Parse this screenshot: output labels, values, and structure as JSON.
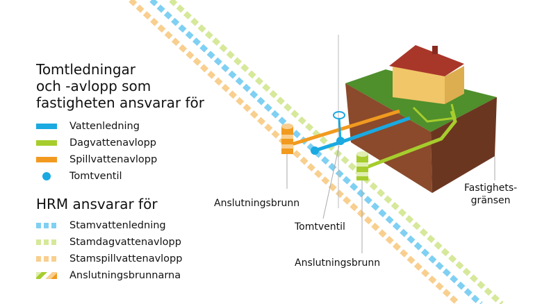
{
  "legend_owner": {
    "title": "Tomtledningar och -avlopp som fastigheten ansvarar för",
    "title_lines": [
      "Tomtledningar",
      "och -avlopp som",
      "fastigheten ansvarar för"
    ],
    "items": [
      {
        "label": "Vattenledning",
        "color": "#1aa9e1"
      },
      {
        "label": "Dagvattenavlopp",
        "color": "#a6cd2d"
      },
      {
        "label": "Spillvattenavlopp",
        "color": "#f19a1f"
      },
      {
        "label": "Tomtventil",
        "color": "#1aa9e1"
      }
    ]
  },
  "legend_hrm": {
    "title": "HRM ansvarar för",
    "items": [
      {
        "label": "Stamvattenledning",
        "color": "#7fd0f2"
      },
      {
        "label": "Stamdagvattenavlopp",
        "color": "#d6e89a"
      },
      {
        "label": "Stamspillvattenavlopp",
        "color": "#f8cf8f"
      },
      {
        "label": "Anslutningsbrunnarna"
      }
    ]
  },
  "labels": {
    "brunn_left": "Anslutningsbrunn",
    "tomtventil": "Tomtventil",
    "brunn_right": "Anslutningsbrunn",
    "grans_1": "Fastighets-",
    "grans_2": "gränsen"
  }
}
